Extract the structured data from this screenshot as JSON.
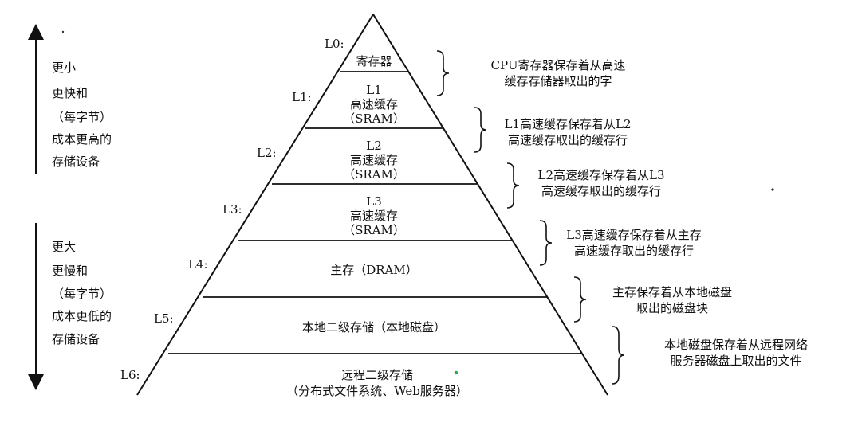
{
  "left_top": {
    "lines": [
      "更小",
      "更快和",
      "（每字节）",
      "成本更高的",
      "存储设备"
    ]
  },
  "left_bottom": {
    "lines": [
      "更大",
      "更慢和",
      "（每字节）",
      "成本更低的",
      "存储设备"
    ]
  },
  "levels": [
    {
      "id": "L0:",
      "tier": [
        "寄存器"
      ],
      "desc": [
        "CPU寄存器保存着从高速",
        "缓存存储器取出的字"
      ]
    },
    {
      "id": "L1:",
      "tier": [
        "L1",
        "高速缓存",
        "（SRAM）"
      ],
      "desc": [
        "L1高速缓存保存着从L2",
        "高速缓存取出的缓存行"
      ]
    },
    {
      "id": "L2:",
      "tier": [
        "L2",
        "高速缓存",
        "（SRAM）"
      ],
      "desc": [
        "L2高速缓存保存着从L3",
        "高速缓存取出的缓存行"
      ]
    },
    {
      "id": "L3:",
      "tier": [
        "L3",
        "高速缓存",
        "（SRAM）"
      ],
      "desc": [
        "L3高速缓存保存着从主存",
        "高速缓存取出的缓存行"
      ]
    },
    {
      "id": "L4:",
      "tier": [
        "主存（DRAM）"
      ],
      "desc": [
        "主存保存着从本地磁盘",
        "取出的磁盘块"
      ]
    },
    {
      "id": "L5:",
      "tier": [
        "本地二级存储（本地磁盘）"
      ],
      "desc": [
        "本地磁盘保存着从远程网络",
        "服务器磁盘上取出的文件"
      ]
    },
    {
      "id": "L6:",
      "tier": [
        "远程二级存储",
        "（分布式文件系统、Web服务器）"
      ],
      "desc": []
    }
  ]
}
